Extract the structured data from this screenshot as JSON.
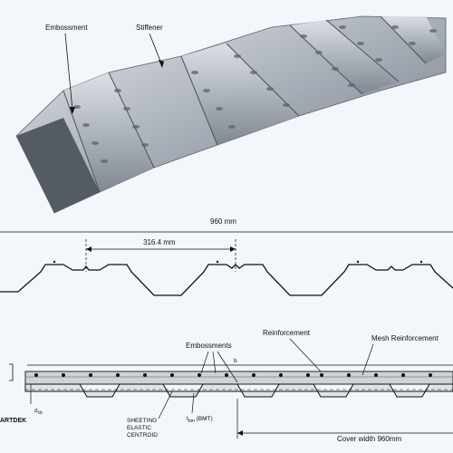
{
  "photo": {
    "labels": {
      "embossment": "Embossment",
      "stiffener": "Stiffener"
    }
  },
  "profile": {
    "overall_width": "960 mm",
    "rib_pitch": "316.4 mm"
  },
  "section": {
    "labels": {
      "embossments": "Embossments",
      "reinforcement": "Reinforcement",
      "mesh_reinforcement": "Mesh Reinforcement",
      "b": "b",
      "sheeting_centroid_line1": "SHEETING",
      "sheeting_centroid_line2": "ELASTIC",
      "sheeting_centroid_line3": "CENTROID",
      "tbm": "t",
      "tbm_sub": "bm",
      "tbm_suffix": " (BMT)",
      "dcb": "d",
      "dcb_sub": "cb",
      "cover_width": "Cover width 960mm",
      "brand_fragment": "ARTDEK"
    }
  },
  "colors": {
    "background": "#f3f6fb",
    "steel_light": "#c9ced6",
    "steel_mid": "#8f97a3",
    "steel_dark": "#4a5058",
    "concrete": "#cfd2d6",
    "line": "#111111"
  }
}
